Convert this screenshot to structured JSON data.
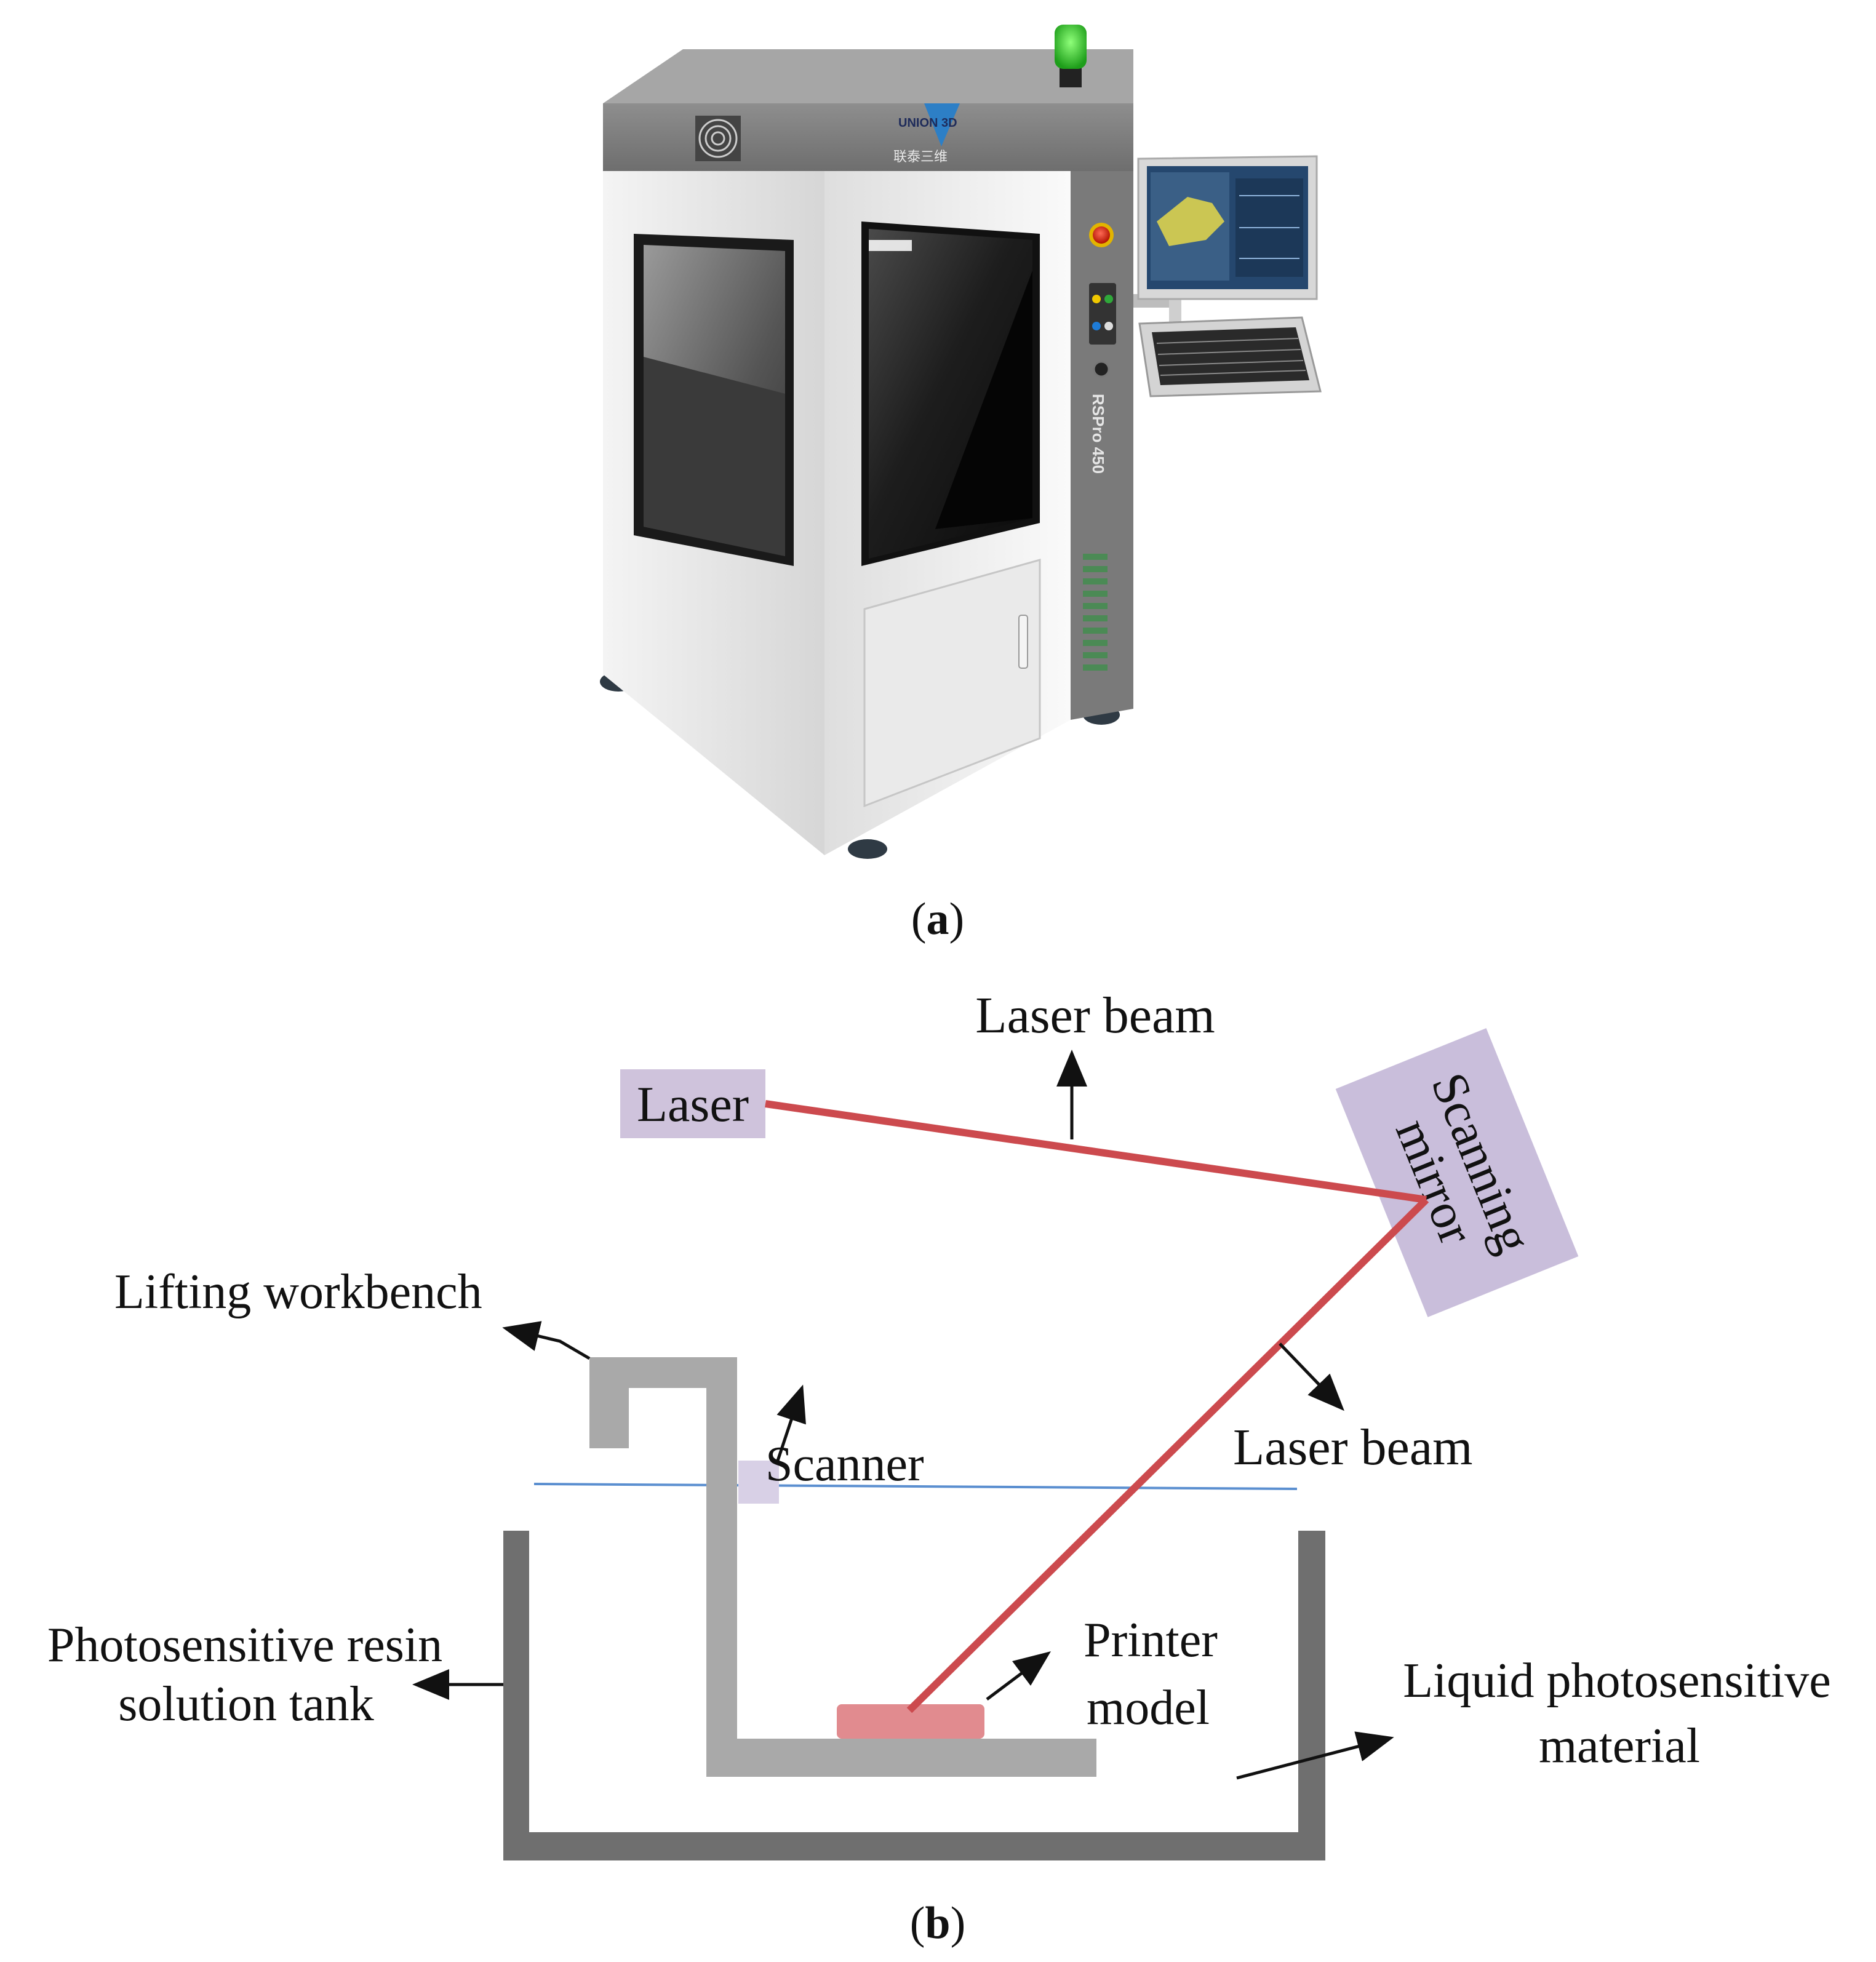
{
  "panel_a": {
    "caption_open": "(",
    "caption_letter": "a",
    "caption_close": ")",
    "brand_logo_text": "UNION 3D",
    "brand_logo_cn": "联泰三维",
    "model_name": "RSPro 450"
  },
  "panel_b": {
    "caption_open": "(",
    "caption_letter": "b",
    "caption_close": ")",
    "labels": {
      "laser": "Laser",
      "laser_beam_top": "Laser beam",
      "scanning_mirror_line1": "Scanning",
      "scanning_mirror_line2": "mirror",
      "lifting_workbench": "Lifting workbench",
      "scanner": "Scanner",
      "laser_beam_right": "Laser beam",
      "tank_line1": "Photosensitive resin",
      "tank_line2": "solution tank",
      "printer_model_line1": "Printer",
      "printer_model_line2": "model",
      "liquid_line1": "Liquid photosensitive",
      "liquid_line2": "material"
    },
    "colors": {
      "laser_box": "#cfc3dc",
      "mirror_box": "#c9bedb",
      "beam": "#cc4a4e",
      "tank": "#6f6f6f",
      "workbench": "#a9a9a9",
      "resin_line": "#5b8fd0",
      "scanner": "#d8d0e6",
      "model": "#e18b8f"
    }
  }
}
